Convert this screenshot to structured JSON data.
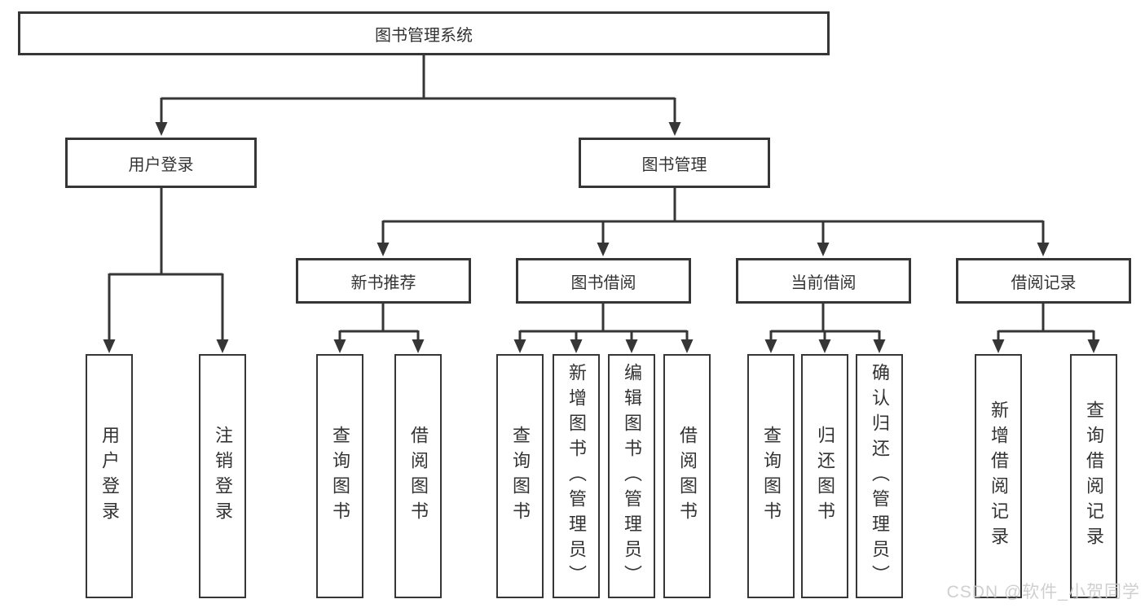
{
  "diagram": {
    "title": "图书管理系统",
    "root": {
      "label": "图书管理系统"
    },
    "branches": [
      {
        "label": "用户登录",
        "children": [
          "用户登录",
          "注销登录"
        ]
      },
      {
        "label": "图书管理",
        "groups": [
          {
            "label": "新书推荐",
            "children": [
              "查询图书",
              "借阅图书"
            ]
          },
          {
            "label": "图书借阅",
            "children": [
              "查询图书",
              "新增图书（管理员）",
              "编辑图书（管理员）",
              "借阅图书"
            ]
          },
          {
            "label": "当前借阅",
            "children": [
              "查询图书",
              "归还图书",
              "确认归还（管理员）"
            ]
          },
          {
            "label": "借阅记录",
            "children": [
              "新增借阅记录",
              "查询借阅记录"
            ]
          }
        ]
      }
    ]
  },
  "watermark": {
    "text": "CSDN @软件_小贺同学"
  },
  "colors": {
    "line": "#363636",
    "border": "#363636",
    "text": "#333333",
    "watermark": "#cccccc",
    "background": "#ffffff"
  }
}
